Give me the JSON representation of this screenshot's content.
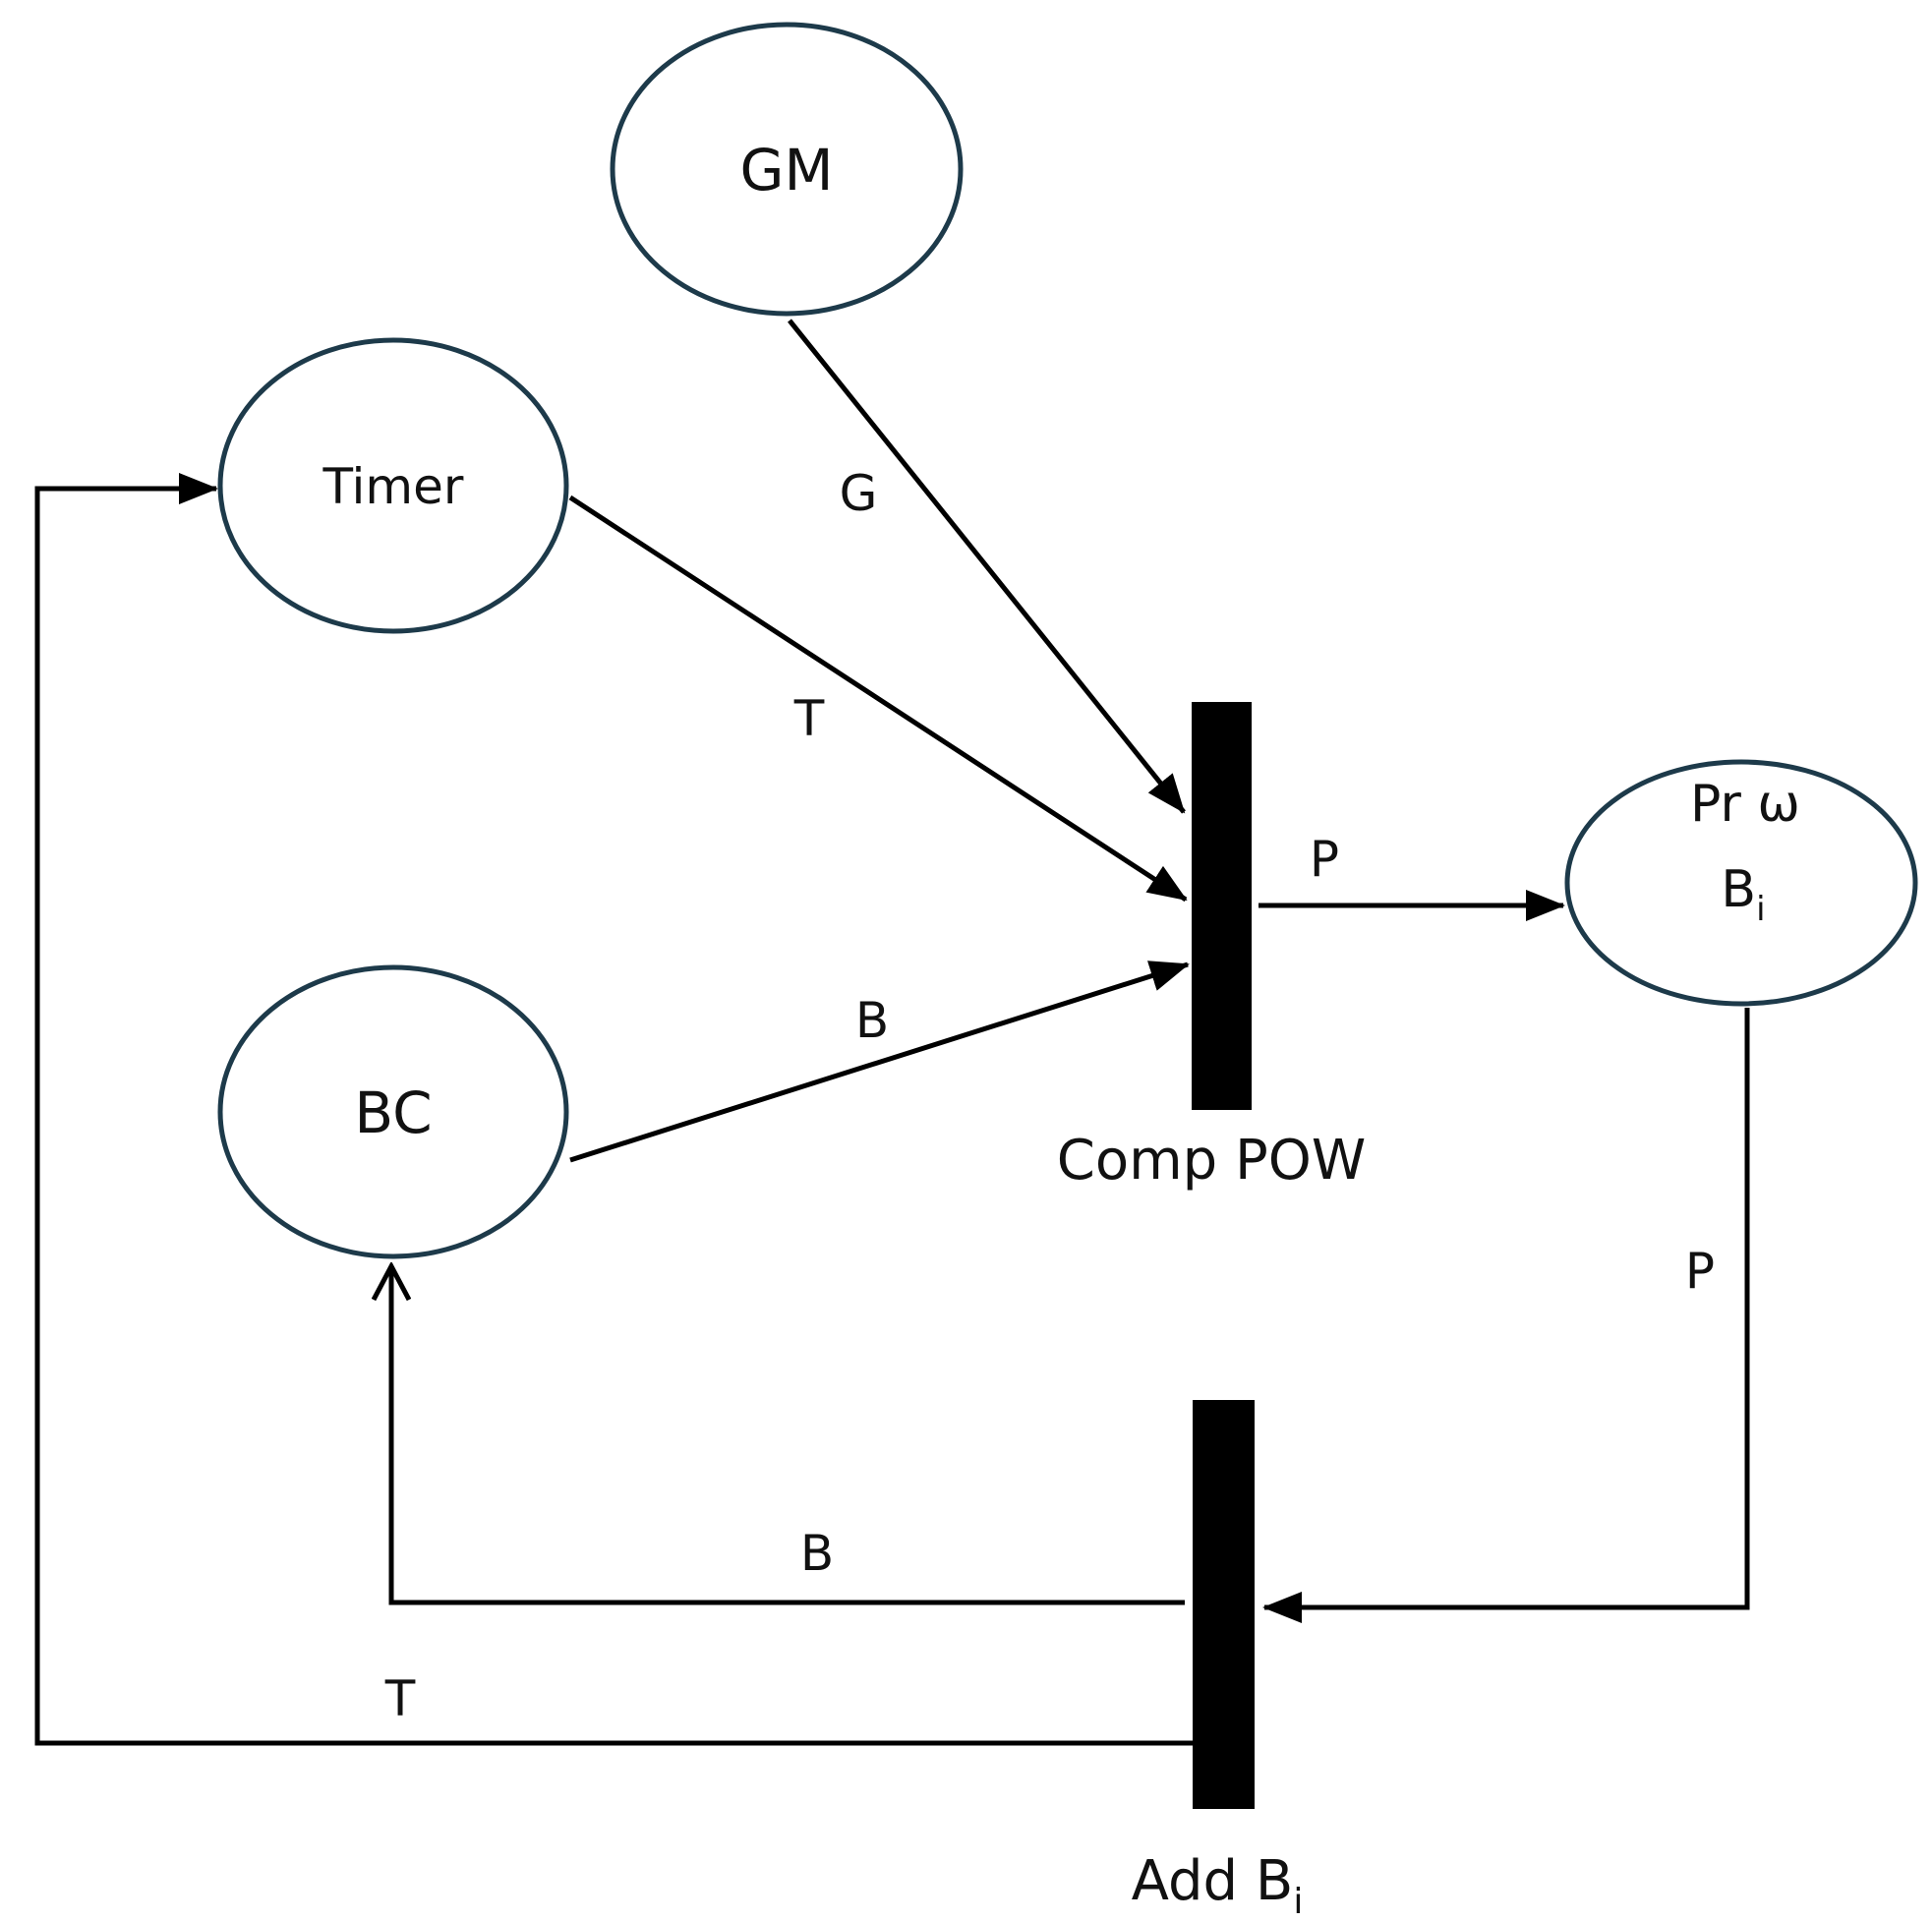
{
  "places": {
    "gm": {
      "label": "GM"
    },
    "timer": {
      "label": "Timer"
    },
    "bc": {
      "label": "BC"
    },
    "pr": {
      "label_line1": "Pr ω",
      "label_line2": "B",
      "label_line2_sub": "i"
    }
  },
  "transitions": {
    "comp_pow": {
      "label": "Comp POW"
    },
    "add_bi": {
      "label": "Add B",
      "label_sub": "i"
    }
  },
  "arcs": {
    "gm_to_comp": {
      "label": "G"
    },
    "timer_to_comp": {
      "label": "T"
    },
    "bc_to_comp": {
      "label": "B"
    },
    "comp_to_pr": {
      "label": "P"
    },
    "pr_to_add": {
      "label": "P"
    },
    "add_to_bc": {
      "label": "B"
    },
    "add_to_timer": {
      "label": "T"
    }
  },
  "colors": {
    "place_stroke": "#1d3a4a",
    "arc": "#000000",
    "transition": "#000000"
  }
}
